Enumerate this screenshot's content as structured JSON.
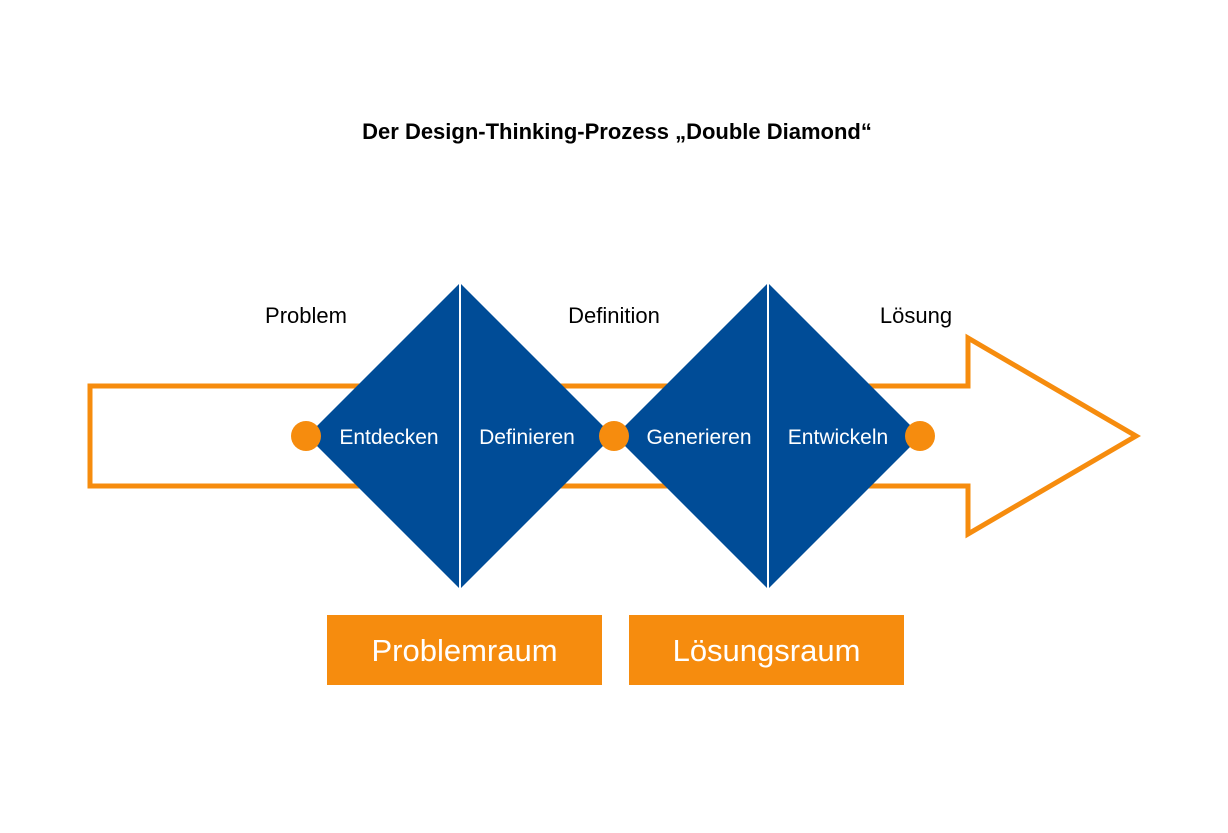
{
  "title": "Der Design-Thinking-Prozess „Double Diamond“",
  "milestones": {
    "problem": "Problem",
    "definition": "Definition",
    "solution": "Lösung"
  },
  "phases": {
    "discover": "Entdecken",
    "define": "Definieren",
    "develop": "Generieren",
    "deliver": "Entwickeln"
  },
  "spaces": {
    "problem_space": "Problemraum",
    "solution_space": "Lösungsraum"
  },
  "colors": {
    "accent_orange": "#F68C0E",
    "diamond_blue": "#004C97",
    "text_dark": "#000000",
    "text_light": "#FFFFFF",
    "background": "#FFFFFF"
  }
}
